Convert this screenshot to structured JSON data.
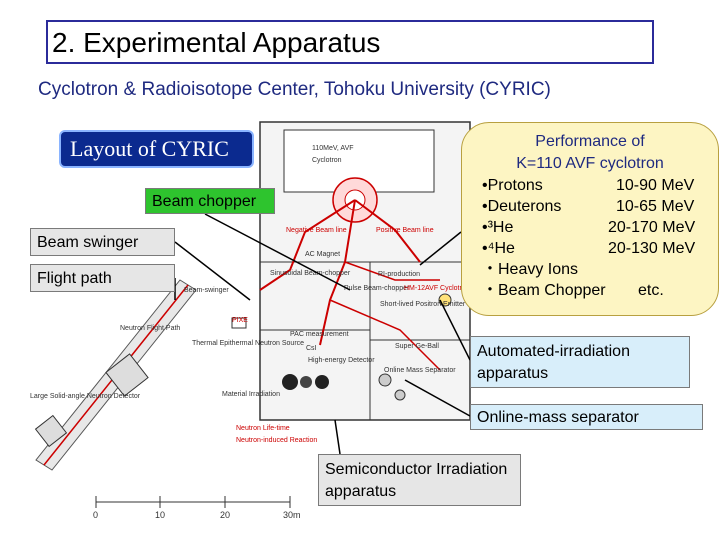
{
  "title": "2. Experimental Apparatus",
  "subtitle": "Cyclotron & Radioisotope Center, Tohoku University (CYRIC)",
  "layout_label": "Layout of CYRIC",
  "callouts": {
    "beam_chopper": "Beam  chopper",
    "beam_swinger": "Beam swinger",
    "flight_path": "Flight path",
    "automated_irradiation": "Automated-irradiation apparatus",
    "online_mass_separator": "Online-mass separator",
    "semiconductor_irradiation": "Semiconductor Irradiation apparatus"
  },
  "performance": {
    "heading": "Performance of",
    "subheading": "K=110 AVF cyclotron",
    "rows": [
      {
        "label": "•Protons",
        "value": "10-90 MeV"
      },
      {
        "label": "•Deuterons",
        "value": "10-65 MeV"
      },
      {
        "label": "•³He",
        "value": "20-170 MeV"
      },
      {
        "label": "•⁴He",
        "value": "20-130 MeV"
      },
      {
        "label": "・Heavy Ions",
        "value": ""
      },
      {
        "label": "・Beam Chopper",
        "value": "etc."
      }
    ]
  },
  "floorplan": {
    "labels": {
      "cyclotron_header": "110MeV, AVF",
      "cyclotron": "Cyclotron",
      "negative_beam": "Negative Beam line",
      "positive_beam": "Positive Beam line",
      "ac_magnet": "AC Magnet",
      "sinusoidal": "Sinusoidal Beam-chopper",
      "pulse_chopper": "Pulse Beam-chopper",
      "ri_production": "RI-production",
      "beam_swinger": "Beam-swinger",
      "pixe": "PIXE",
      "neutron_flight": "Neutron Flight Path",
      "thermal": "Thermal Epithermal Neutron Source",
      "pac": "PAC measurement",
      "csi": "CsI",
      "high_energy": "High-energy Detector",
      "super_ge": "Super Ge-Ball",
      "online_mass": "Online Mass Separator",
      "short_lived": "Short-lived Positron Emitter",
      "material": "Material Irradiation",
      "large_solid": "Large Solid-angle Neutron Detector",
      "neutron_lifetime": "Neutron Life-time",
      "neutron_induced": "Neutron-induced Reaction",
      "hm12": "HM-12AVF Cyclotron"
    },
    "scale": [
      "0",
      "10",
      "20",
      "30m"
    ]
  }
}
